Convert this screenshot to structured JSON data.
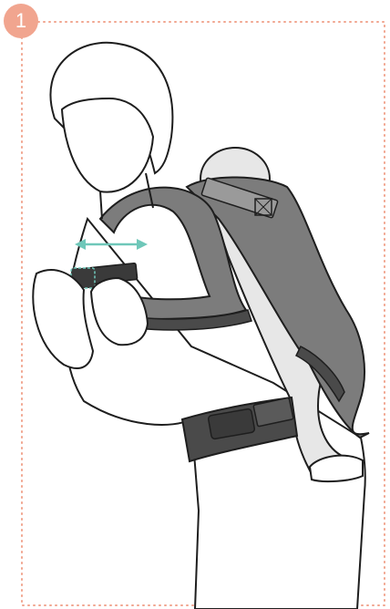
{
  "step": {
    "number": "1"
  },
  "colors": {
    "accent": "#f1a58f",
    "border_dots": "#f1a58f",
    "strap_gray": "#7c7c7c",
    "strap_dark": "#4a4a4a",
    "buckle_dark": "#3a3a3a",
    "arrow_teal": "#6fc7b9",
    "outline": "#1e1e1e",
    "skin_fill": "#ffffff",
    "baby_fill": "#e7e7e7"
  },
  "icons": {
    "badge": "step-number-circle",
    "arrow": "double-headed-adjust-arrow"
  }
}
